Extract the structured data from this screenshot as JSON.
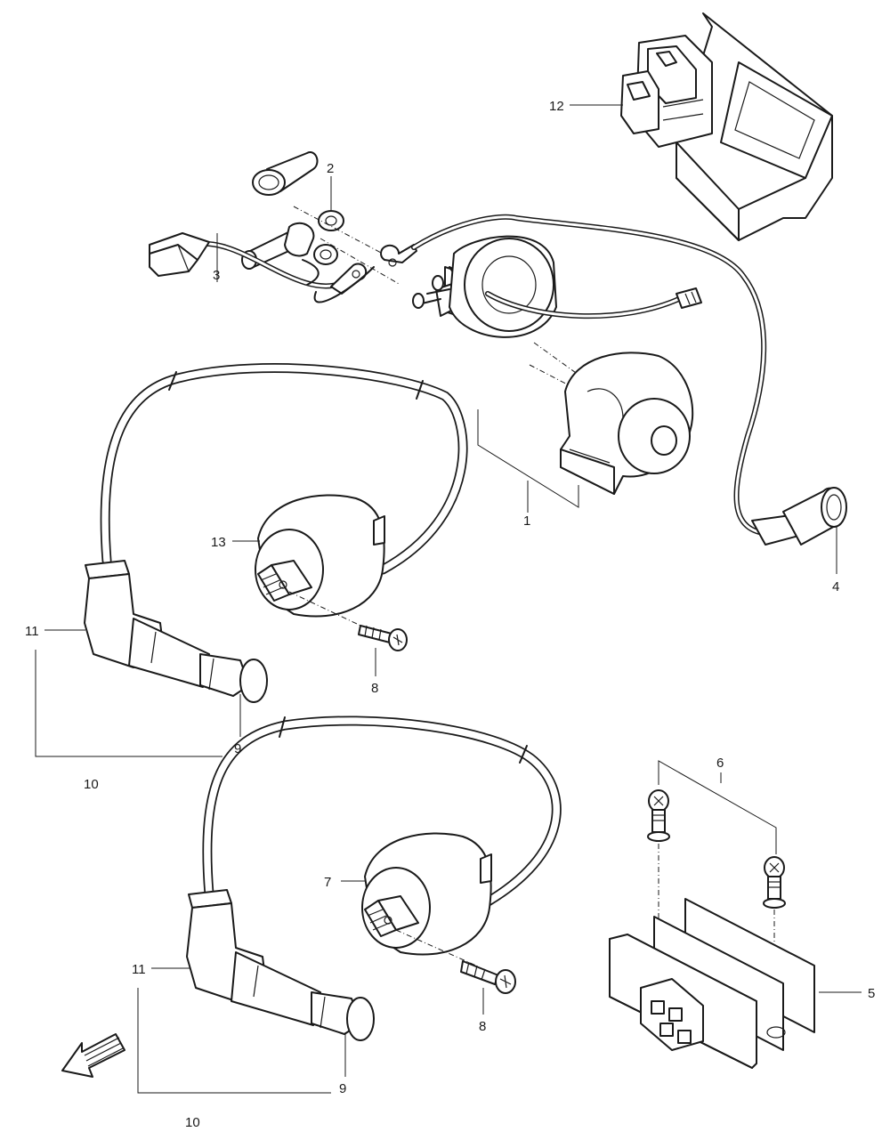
{
  "callouts": {
    "c1": "1",
    "c2": "2",
    "c3": "3",
    "c4": "4",
    "c5": "5",
    "c6": "6",
    "c7": "7",
    "c8a": "8",
    "c8b": "8",
    "c9a": "9",
    "c9b": "9",
    "c10a": "10",
    "c10b": "10",
    "c11a": "11",
    "c11b": "11",
    "c12": "12",
    "c13": "13"
  }
}
